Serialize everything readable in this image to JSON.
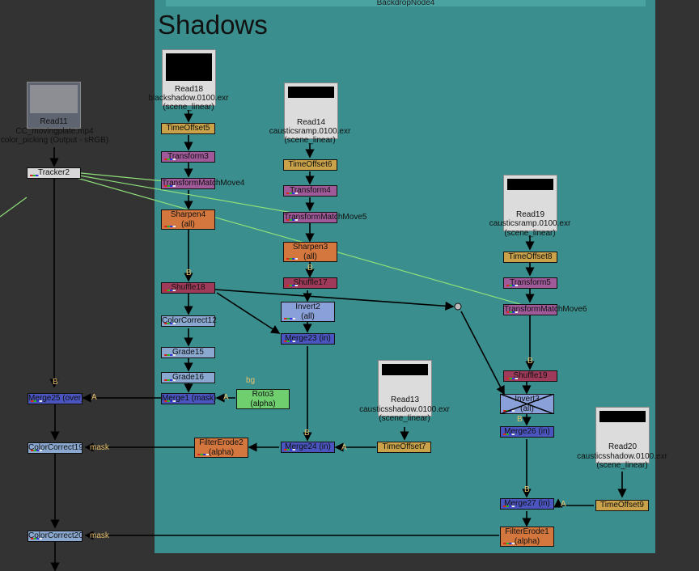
{
  "backdrop": {
    "title": "BackdropNode4",
    "label": "Shadows"
  },
  "reads": [
    {
      "name": "Read11",
      "file": "CC_movingplate.mp4",
      "cs": "color_picking (Output - sRGB)"
    },
    {
      "name": "Read18",
      "file": "blackshadow.0100.exr",
      "cs": "(scene_linear)"
    },
    {
      "name": "Read14",
      "file": "causticsramp.0100.exr",
      "cs": "(scene_linear)"
    },
    {
      "name": "Read19",
      "file": "causticsramp.0100.exr",
      "cs": "(scene_linear)"
    },
    {
      "name": "Read13",
      "file": "causticsshadow.0100.exr",
      "cs": "(scene_linear)"
    },
    {
      "name": "Read20",
      "file": "causticsshadow.0100.exr",
      "cs": "(scene_linear)"
    }
  ],
  "nodes": {
    "tracker2": "Tracker2",
    "timeoffset5": "TimeOffset5",
    "transform3": "Transform3",
    "matchmove4": "TransformMatchMove4",
    "sharpen4": "Sharpen4",
    "sharpen4_sub": "(all)",
    "shuffle18": "Shuffle18",
    "colorcorrect12": "ColorCorrect12",
    "grade15": "Grade15",
    "grade16": "Grade16",
    "merge1": "Merge1 (mask)",
    "roto3": "Roto3",
    "roto3_sub": "(alpha)",
    "merge25": "Merge25 (over)",
    "colorcorrect19": "ColorCorrect19",
    "colorcorrect20": "ColorCorrect20",
    "timeoffset6": "TimeOffset6",
    "transform4": "Transform4",
    "matchmove5": "TransformMatchMove5",
    "sharpen3": "Sharpen3",
    "sharpen3_sub": "(all)",
    "shuffle17": "Shuffle17",
    "invert2": "Invert2",
    "invert2_sub": "(all)",
    "merge23": "Merge23 (in)",
    "filtererode2": "FilterErode2",
    "filtererode2_sub": "(alpha)",
    "merge24": "Merge24 (in)",
    "timeoffset7": "TimeOffset7",
    "timeoffset8": "TimeOffset8",
    "transform5": "Transform5",
    "matchmove6": "TransformMatchMove6",
    "shuffle19": "Shuffle19",
    "invert3": "Invert3",
    "invert3_sub": "(all)",
    "merge26": "Merge26 (in)",
    "merge27": "Merge27 (in)",
    "timeoffset9": "TimeOffset9",
    "filtererode1": "FilterErode1",
    "filtererode1_sub": "(alpha)"
  },
  "input_tags": {
    "a": "A",
    "b": "B",
    "mask": "mask",
    "bg": "bg"
  },
  "colors": {
    "backdrop": "#3a8e8d",
    "timeoffset": "#c9a24a",
    "transform": "#a05a9a",
    "filter": "#d4773e",
    "shuffle": "#a03a5a",
    "color": "#8aa8d0",
    "merge": "#4a55c0",
    "roto": "#6fcf6f",
    "invert": "#8aa0d8"
  }
}
